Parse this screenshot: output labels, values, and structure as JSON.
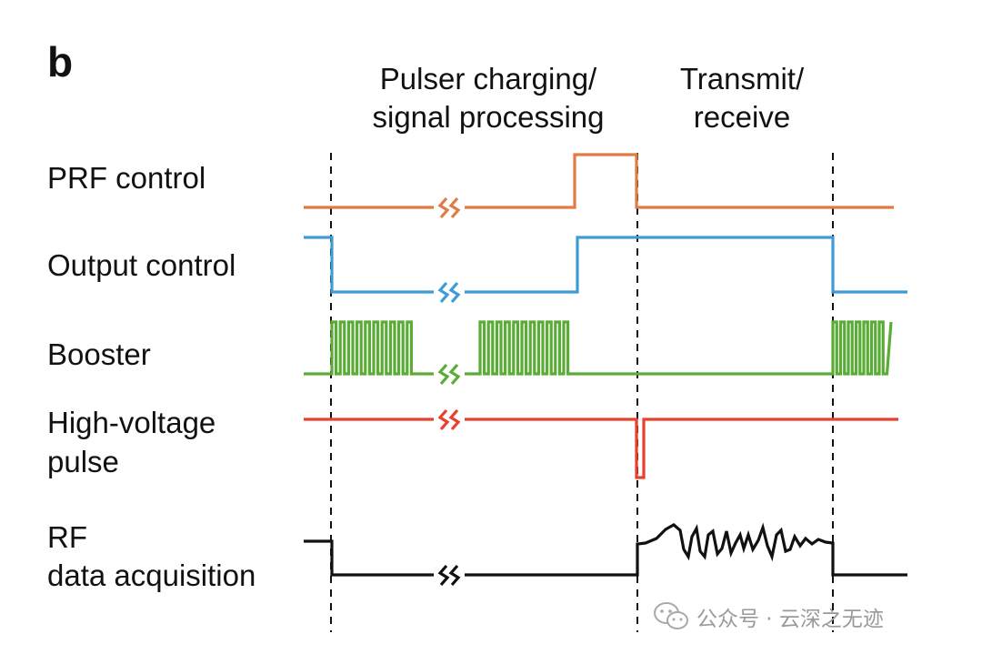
{
  "panel_letter": "b",
  "phases": {
    "charging_line1": "Pulser charging/",
    "charging_line2": "signal processing",
    "transmit_line1": "Transmit/",
    "transmit_line2": "receive"
  },
  "signals": [
    {
      "id": "prf",
      "label_lines": [
        "PRF control"
      ],
      "color": "#e07b45"
    },
    {
      "id": "output",
      "label_lines": [
        "Output control"
      ],
      "color": "#3f9bd6"
    },
    {
      "id": "booster",
      "label_lines": [
        "Booster"
      ],
      "color": "#5aac37"
    },
    {
      "id": "hv",
      "label_lines": [
        "High-voltage",
        "pulse"
      ],
      "color": "#e8402c"
    },
    {
      "id": "rf",
      "label_lines": [
        "RF",
        "data acquisition"
      ],
      "color": "#111111"
    }
  ],
  "watermark": {
    "text": "公众号 · 云深之无迹",
    "icon": "wechat-icon"
  }
}
